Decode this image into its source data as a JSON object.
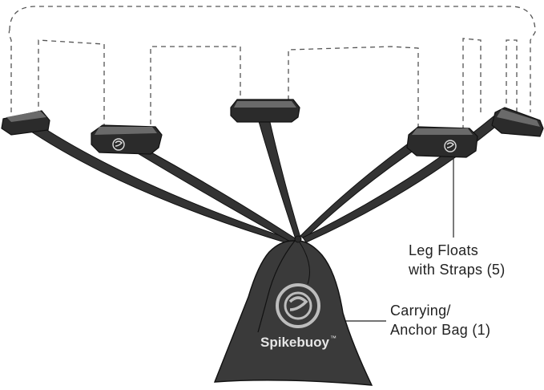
{
  "brand": {
    "name": "Spikebuoy",
    "trademark": "™",
    "logo": "spikebuoy-swirl-logo"
  },
  "callouts": {
    "leg_floats": {
      "line1": "Leg Floats",
      "line2": "with Straps (5)"
    },
    "bag": {
      "line1": "Carrying/",
      "line2": "Anchor Bag (1)"
    }
  },
  "colors": {
    "float": "#2b2b2b",
    "strap": "#333333",
    "bag": "#3a3a3a",
    "outline": "#111111",
    "dashed": "#555555"
  }
}
